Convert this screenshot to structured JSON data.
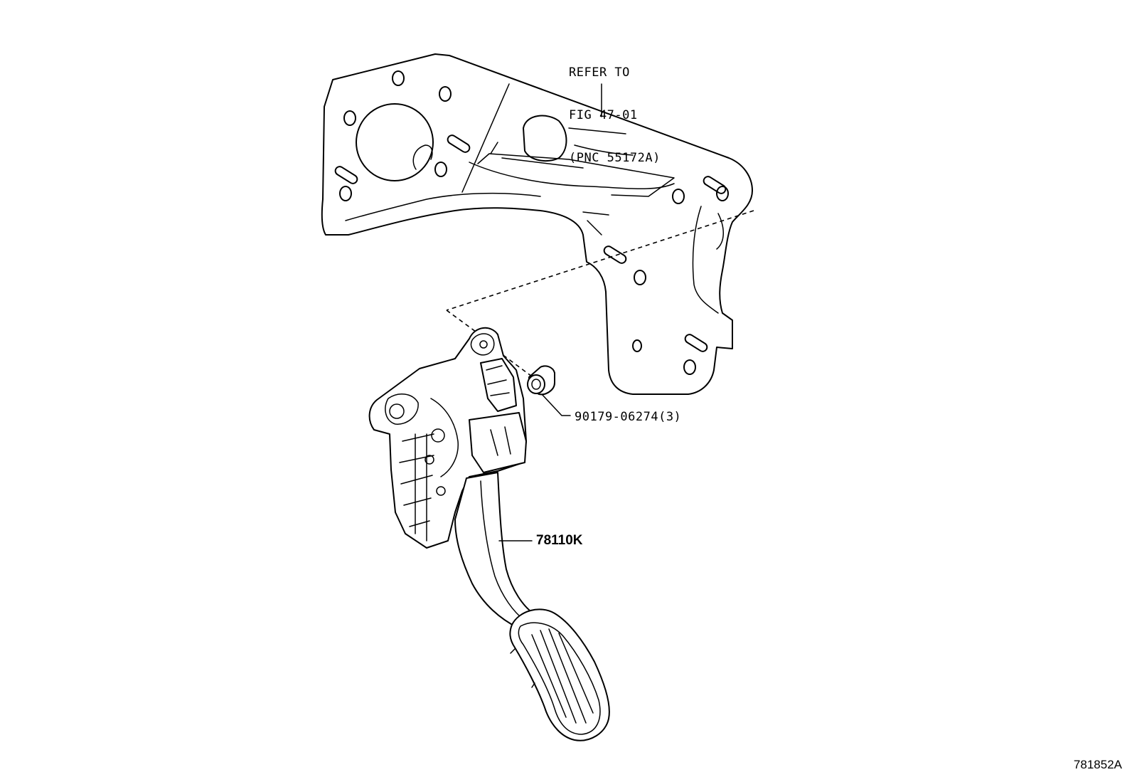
{
  "callouts": {
    "refer_line1": "REFER TO",
    "refer_line2": "FIG 47-01",
    "refer_line3": "(PNC 55172A)",
    "bushing_part": "90179-06274(3)",
    "pedal_part": "78110K"
  },
  "catalog_code": "781852A",
  "colors": {
    "ink": "#000000",
    "paper": "#ffffff"
  }
}
